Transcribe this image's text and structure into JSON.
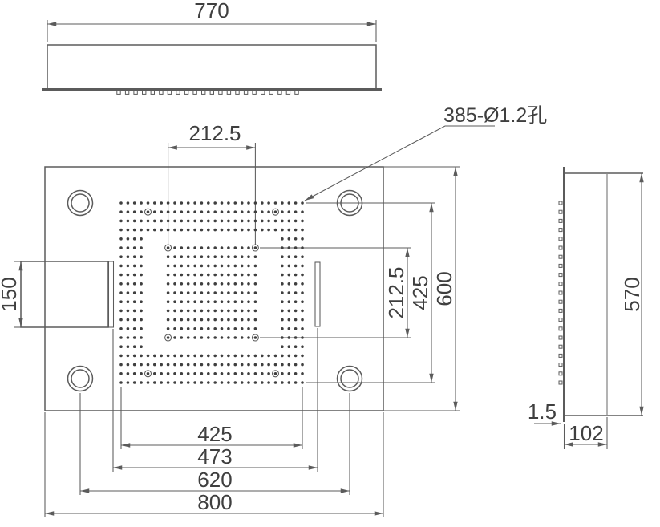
{
  "annotation": {
    "holes_label": "385-Ø1.2孔"
  },
  "top_view": {
    "body_width": "770"
  },
  "front_view": {
    "inner_block_width": "212.5",
    "inner_block_height": "212.5",
    "hole_field_height": "425",
    "plate_height": "600",
    "inlet_height": "150",
    "hole_field_width": "425",
    "bracket_span": "473",
    "mount_hole_spacing": "620",
    "plate_width": "800"
  },
  "side_view": {
    "body_height": "570",
    "face_thickness": "1.5",
    "body_depth": "102"
  },
  "colors": {
    "line": "#5b5b5b",
    "text": "#3f3f3f",
    "dot": "#3f3f3f",
    "background": "#ffffff"
  }
}
